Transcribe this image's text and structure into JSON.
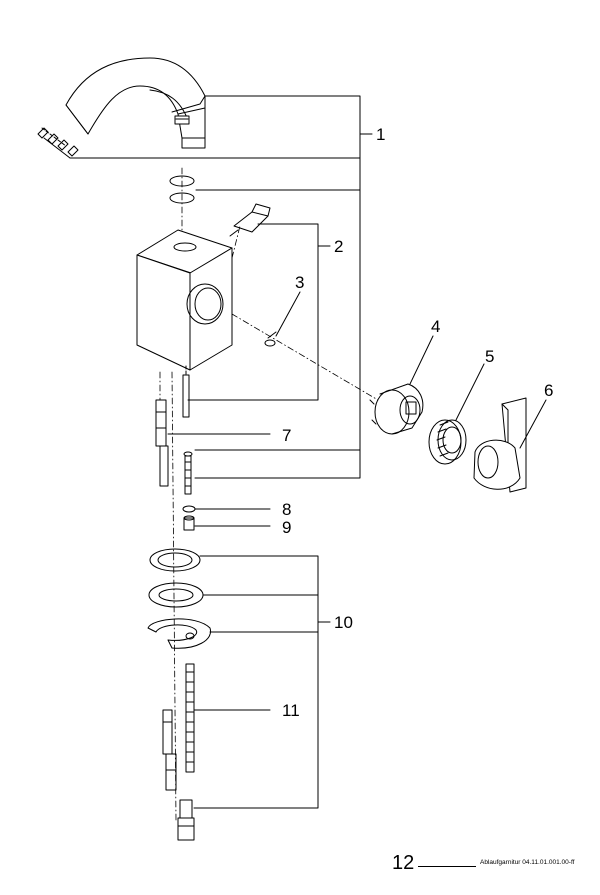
{
  "callouts": {
    "c1": "1",
    "c2": "2",
    "c3": "3",
    "c4": "4",
    "c5": "5",
    "c6": "6",
    "c7": "7",
    "c8": "8",
    "c9": "9",
    "c10": "10",
    "c11": "11"
  },
  "footer": {
    "page_number": "12",
    "reference": "Ablaufgarnitur 04.11.01.001.00-ff"
  }
}
